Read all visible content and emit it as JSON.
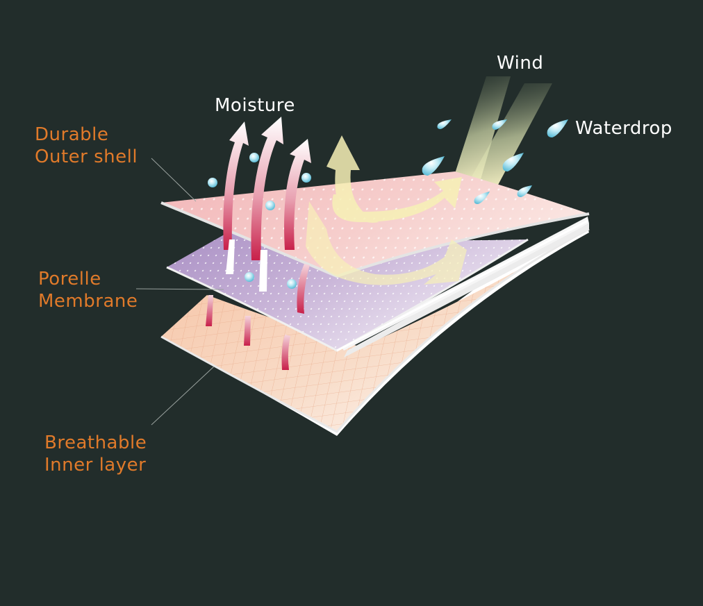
{
  "labels": {
    "outer_shell": {
      "line1": "Durable",
      "line2": "Outer shell"
    },
    "membrane": {
      "line1": "Porelle",
      "line2": "Membrane"
    },
    "inner_layer": {
      "line1": "Breathable",
      "line2": "Inner layer"
    },
    "moisture": "Moisture",
    "wind": "Wind",
    "waterdrop": "Waterdrop"
  },
  "colors": {
    "background": "#222d2b",
    "label_orange": "#e07a2a",
    "label_white": "#ffffff",
    "outer_shell": "#f4c3c3",
    "membrane": "#b39ac8",
    "inner_layer": "#f6c7a6",
    "moisture_arrow_base": "#c8204a",
    "wind_arrow": "#f7f1b6",
    "waterdrop": "#7fd0e6"
  }
}
